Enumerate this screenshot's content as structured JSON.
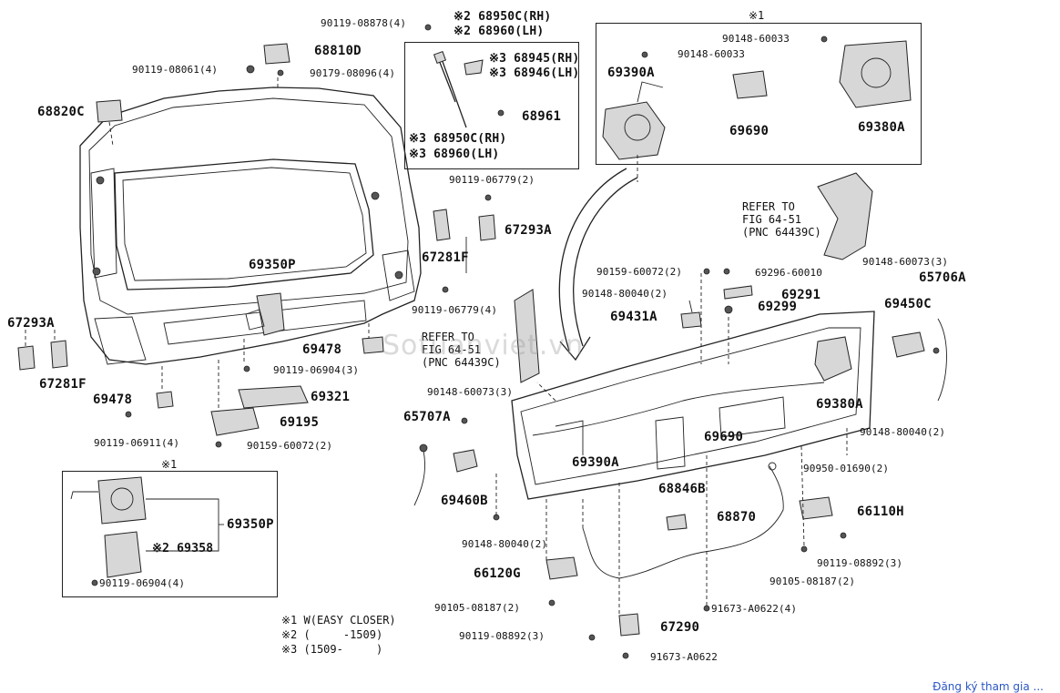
{
  "notes": {
    "n1": "※1 W(EASY CLOSER)",
    "n2": "※2 (     -1509)",
    "n3": "※3 (1509-     )"
  },
  "box_marks": {
    "top_right": "※1",
    "bottom_left": "※1"
  },
  "refs": {
    "a_line1": "REFER TO",
    "a_line2": "FIG 64-51",
    "a_line3": "(PNC 64439C)",
    "b_line1": "REFER TO",
    "b_line2": "FIG 64-51",
    "b_line3": "(PNC 64439C)"
  },
  "parts": {
    "p90119_08878": "90119-08878(4)",
    "p68950c_rh_2": "※2 68950C(RH)",
    "p68960_lh_2": "※2 68960(LH)",
    "p68810d": "68810D",
    "p90119_08061": "90119-08061(4)",
    "p90179_08096": "90179-08096(4)",
    "p68945_rh": "※3 68945(RH)",
    "p68946_lh": "※3 68946(LH)",
    "p68820c": "68820C",
    "p68961": "68961",
    "p68950c_rh_3": "※3 68950C(RH)",
    "p68960_lh_3": "※3 68960(LH)",
    "p90148_60033_a": "90148-60033",
    "p90148_60033_b": "90148-60033",
    "p69390a_top": "69390A",
    "p69690_top": "69690",
    "p69380a_top": "69380A",
    "p90119_06779_top": "90119-06779(2)",
    "p67281f_mid": "67281F",
    "p67293a_mid": "67293A",
    "p69350p": "69350P",
    "p90159_60072_top": "90159-60072(2)",
    "p69296_60010": "69296-60010",
    "p90148_60073_r": "90148-60073(3)",
    "p65706a": "65706A",
    "p90148_80040_top": "90148-80040(2)",
    "p69291": "69291",
    "p69299": "69299",
    "p69450c": "69450C",
    "p67293a_left": "67293A",
    "p90119_06779_mid": "90119-06779(4)",
    "p69431a": "69431A",
    "p69478_mid": "69478",
    "p67281f_left": "67281F",
    "p90119_06904": "90119-06904(3)",
    "p69321": "69321",
    "p69478_left": "69478",
    "p90148_60073_l": "90148-60073(3)",
    "p65707a": "65707A",
    "p69380a_bot": "69380A",
    "p69195": "69195",
    "p90119_06911": "90119-06911(4)",
    "p90159_60072_bot": "90159-60072(2)",
    "p69690_bot": "69690",
    "p90148_80040_r": "90148-80040(2)",
    "p69390a_bot": "69390A",
    "p90950_01690": "90950-01690(2)",
    "p69460b": "69460B",
    "p68846b": "68846B",
    "p66110h": "66110H",
    "p68870": "68870",
    "p69350p_box": "69350P",
    "p69358": "※2 69358",
    "p90119_06904_box": "90119-06904(4)",
    "p90148_80040_bot": "90148-80040(2)",
    "p90119_08892_r": "90119-08892(3)",
    "p66120g": "66120G",
    "p90105_08187_r": "90105-08187(2)",
    "p90105_08187_l": "90105-08187(2)",
    "p91673_a0622_4": "91673-A0622(4)",
    "p67290": "67290",
    "p90119_08892_l": "90119-08892(3)",
    "p91673_a0622": "91673-A0622"
  },
  "watermark": "Sotuanviet.vn",
  "footer_link": "Đăng ký tham gia ..."
}
